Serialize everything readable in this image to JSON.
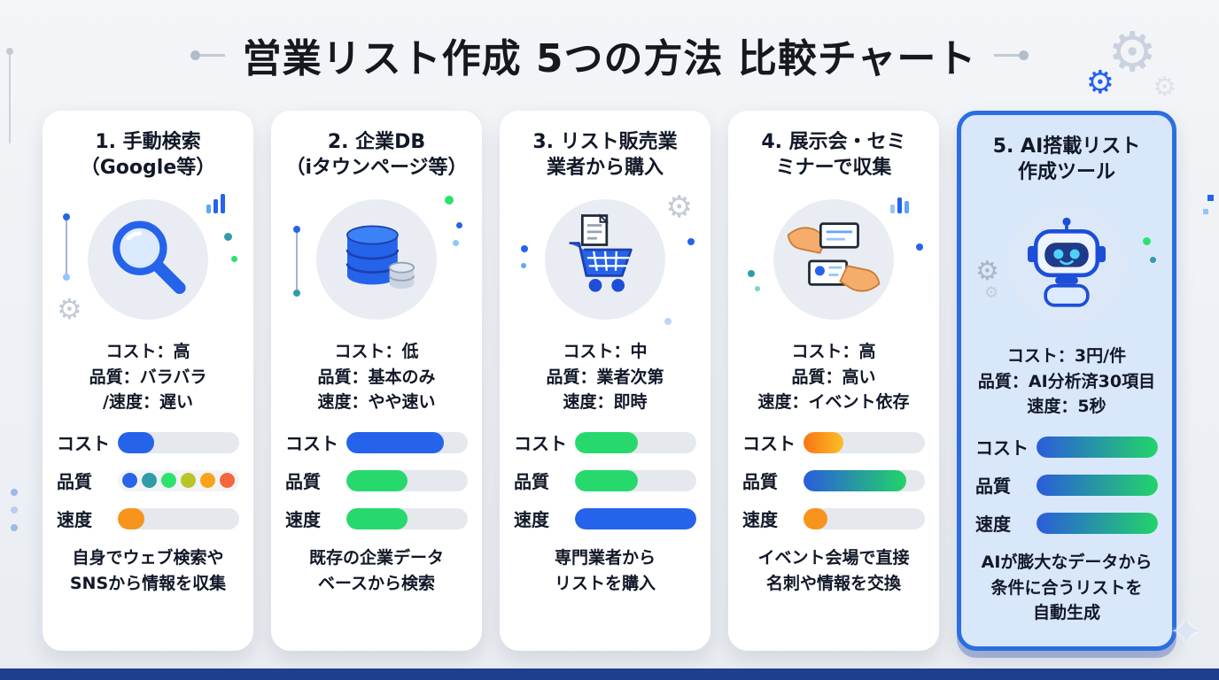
{
  "page": {
    "title": "営業リスト作成 5つの方法 比較チャート",
    "accent_blue": "#2563eb",
    "accent_green": "#27d96d",
    "accent_orange": "#f7941d",
    "highlight_border": "#2a6ee0",
    "footer_color": "#1e3f8f"
  },
  "decorations": {
    "gear_glyph": "⚙",
    "sparkle_glyph": "✦"
  },
  "bar_labels": [
    "コスト",
    "品質",
    "速度"
  ],
  "cards": [
    {
      "title_lines": [
        "1. 手動検索",
        "（Google等）"
      ],
      "icon": "magnifier-icon",
      "stats": [
        "コスト：高",
        "品質：バラバラ",
        "/速度：遅い"
      ],
      "bars": [
        {
          "label": "コスト",
          "style": "solid",
          "color": "#2563eb",
          "percent": 30
        },
        {
          "label": "品質",
          "style": "dots",
          "colors": [
            "#2a63e8",
            "#2f9ca8",
            "#2be36c",
            "#b9c427",
            "#f9a21b",
            "#f4653d"
          ]
        },
        {
          "label": "速度",
          "style": "solid",
          "color": "#f7941d",
          "percent": 22
        }
      ],
      "description_lines": [
        "自身でウェブ検索や",
        "SNSから情報を収集"
      ],
      "highlighted": false
    },
    {
      "title_lines": [
        "2. 企業DB",
        "（iタウンページ等）"
      ],
      "icon": "database-icon",
      "stats": [
        "コスト：低",
        "品質：基本のみ",
        "速度：やや速い"
      ],
      "bars": [
        {
          "label": "コスト",
          "style": "solid",
          "color": "#2563eb",
          "percent": 80
        },
        {
          "label": "品質",
          "style": "solid",
          "color": "#27d96d",
          "percent": 50
        },
        {
          "label": "速度",
          "style": "solid",
          "color": "#27d96d",
          "percent": 50
        }
      ],
      "description_lines": [
        "既存の企業データ",
        "ベースから検索"
      ],
      "highlighted": false
    },
    {
      "title_lines": [
        "3. リスト販売業",
        "業者から購入"
      ],
      "icon": "shopping-cart-icon",
      "stats": [
        "コスト：中",
        "品質：業者次第",
        "速度：即時"
      ],
      "bars": [
        {
          "label": "コスト",
          "style": "solid",
          "color": "#27d96d",
          "percent": 52
        },
        {
          "label": "品質",
          "style": "solid",
          "color": "#27d96d",
          "percent": 52
        },
        {
          "label": "速度",
          "style": "solid",
          "color": "#2563eb",
          "percent": 100
        }
      ],
      "description_lines": [
        "専門業者から",
        "リストを購入"
      ],
      "highlighted": false
    },
    {
      "title_lines": [
        "4. 展示会・セミ",
        "ミナーで収集"
      ],
      "icon": "business-card-exchange-icon",
      "stats": [
        "コスト：高",
        "品質：高い",
        "速度：イベント依存"
      ],
      "bars": [
        {
          "label": "コスト",
          "style": "gradient",
          "colors": [
            "#f97316",
            "#fbbf24"
          ],
          "percent": 33
        },
        {
          "label": "品質",
          "style": "gradient",
          "colors": [
            "#2b5cdb",
            "#22d469"
          ],
          "percent": 85
        },
        {
          "label": "速度",
          "style": "solid",
          "color": "#f7941d",
          "percent": 20
        }
      ],
      "description_lines": [
        "イベント会場で直接",
        "名刺や情報を交換"
      ],
      "highlighted": false
    },
    {
      "title_lines": [
        "5. AI搭載リスト",
        "作成ツール"
      ],
      "icon": "robot-icon",
      "stats": [
        "コスト：3円/件",
        "品質：AI分析済30項目",
        "速度：5秒"
      ],
      "bars": [
        {
          "label": "コスト",
          "style": "gradient",
          "colors": [
            "#2b5cdb",
            "#22d469"
          ],
          "percent": 100
        },
        {
          "label": "品質",
          "style": "gradient",
          "colors": [
            "#2b5cdb",
            "#22d469"
          ],
          "percent": 100
        },
        {
          "label": "速度",
          "style": "gradient",
          "colors": [
            "#2b5cdb",
            "#22d469"
          ],
          "percent": 100
        }
      ],
      "description_lines": [
        "AIが膨大なデータから",
        "条件に合うリストを",
        "自動生成"
      ],
      "highlighted": true
    }
  ]
}
